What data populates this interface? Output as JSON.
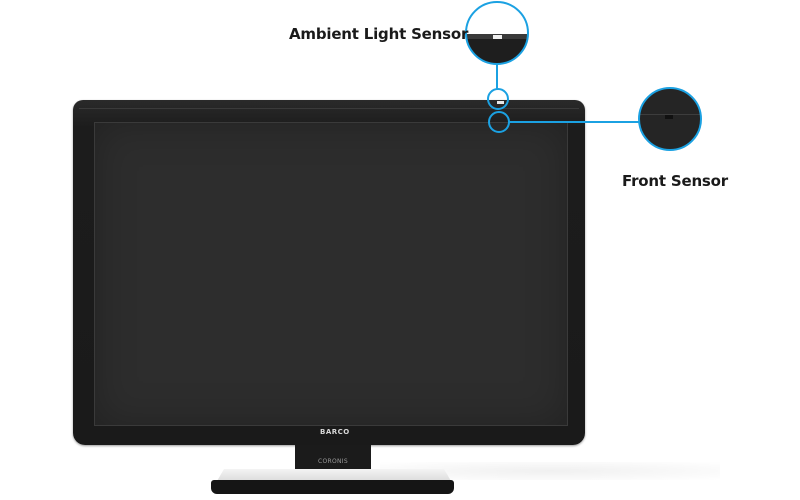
{
  "callouts": {
    "ambient_light_sensor": {
      "label": "Ambient Light Sensor"
    },
    "front_sensor": {
      "label": "Front Sensor"
    }
  },
  "monitor": {
    "brand_logo": "BARCO",
    "model_label": "CORONIS"
  },
  "colors": {
    "callout_accent": "#1ba1e2",
    "bezel": "#1c1c1c",
    "screen": "#2d2d2d"
  }
}
